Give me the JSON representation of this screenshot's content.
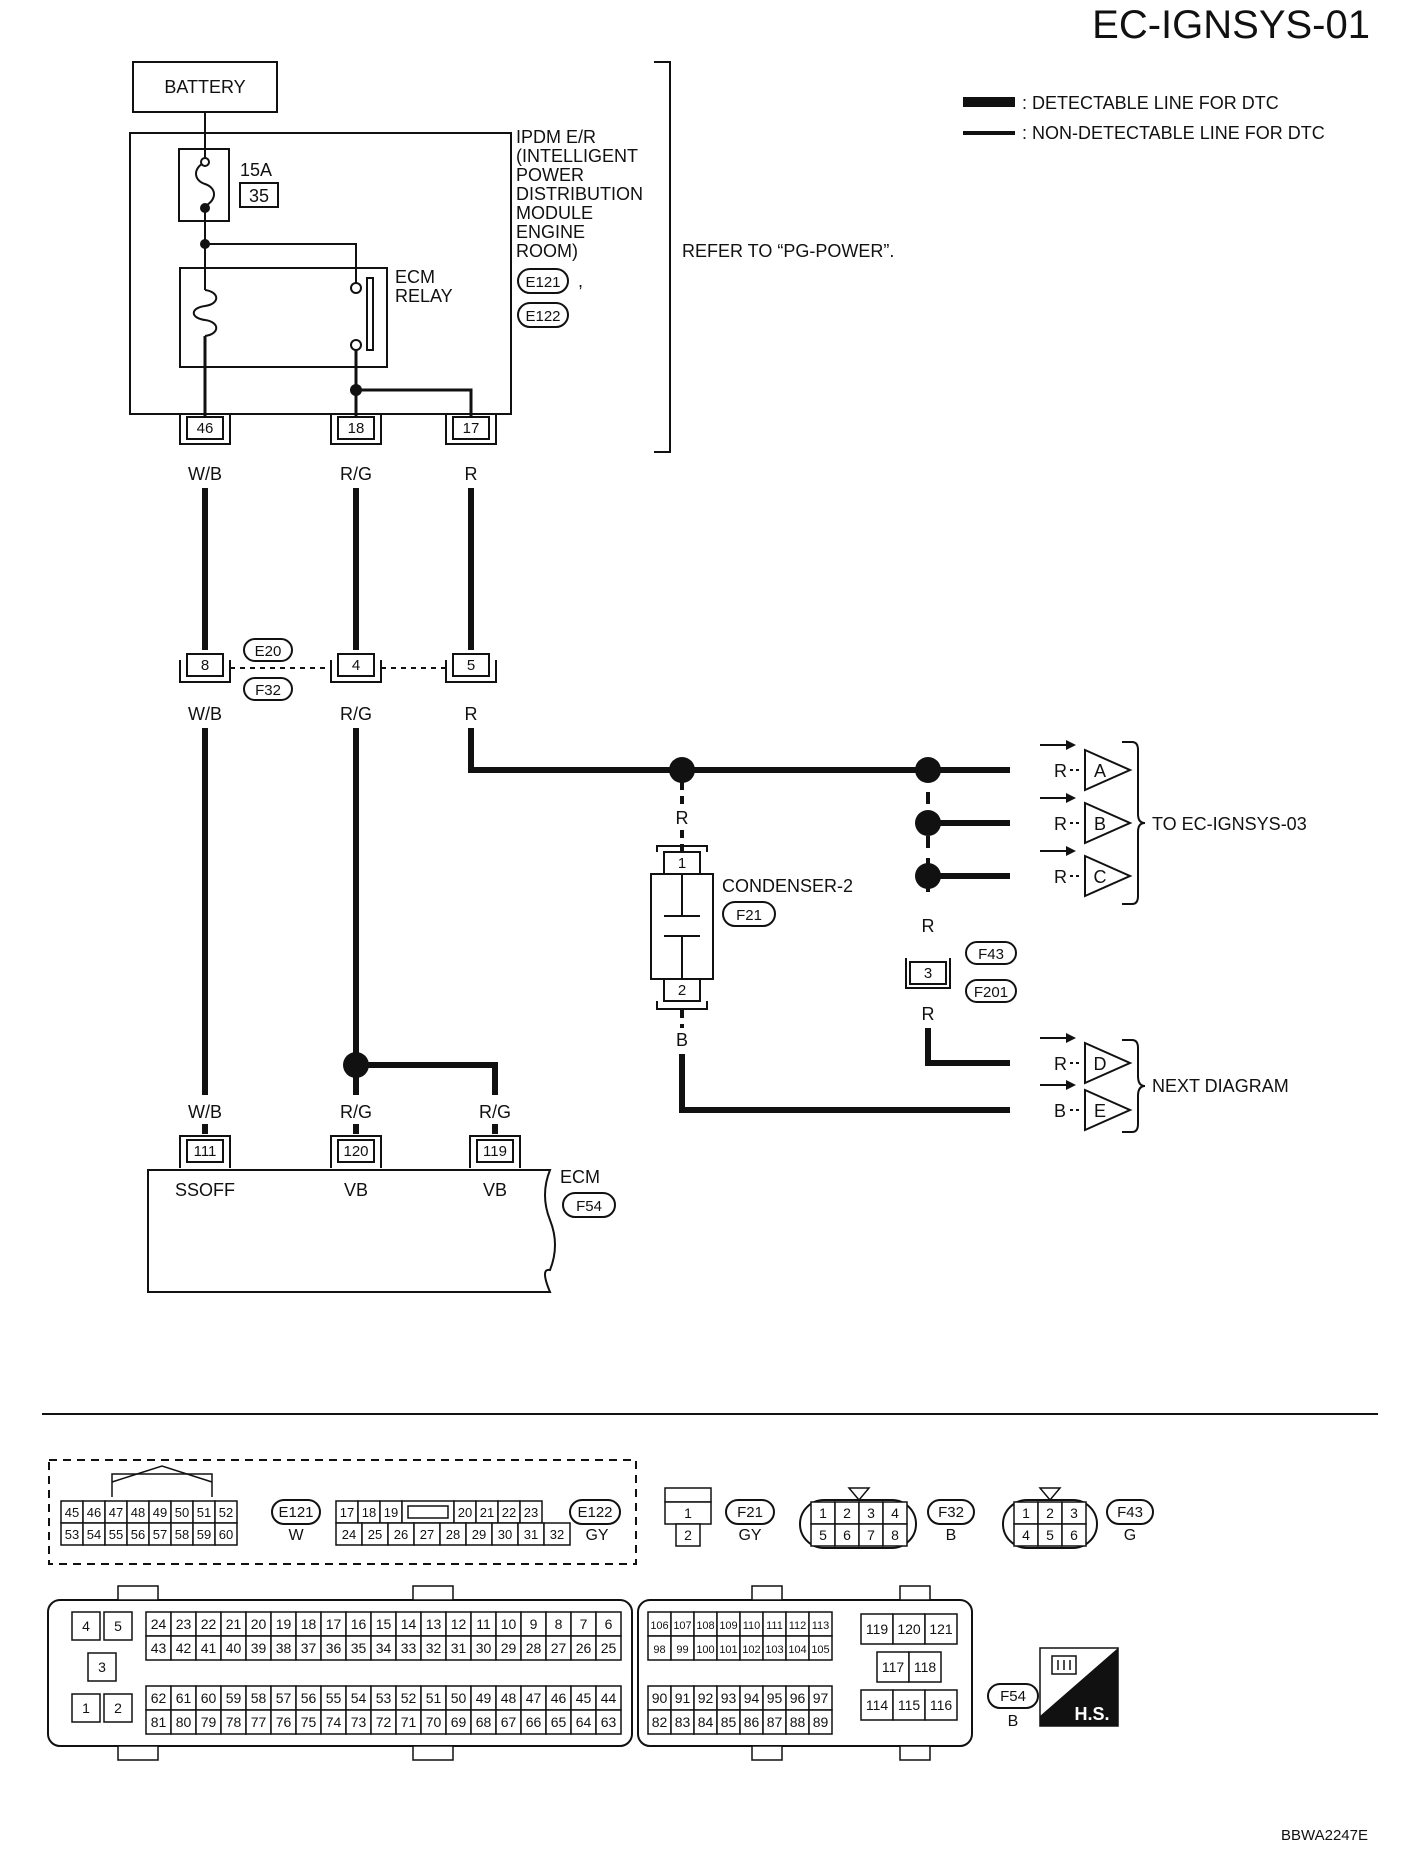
{
  "page": {
    "title": "EC-IGNSYS-01",
    "figure_code": "BBWA2247E"
  },
  "legend": {
    "detectable": ": DETECTABLE LINE FOR DTC",
    "non_detectable": ": NON-DETECTABLE LINE FOR DTC"
  },
  "battery": {
    "label": "BATTERY"
  },
  "ipdm": {
    "fuse_rating": "15A",
    "fuse_number": "35",
    "name_lines": [
      "IPDM E/R",
      "(INTELLIGENT",
      "POWER",
      "DISTRIBUTION",
      "MODULE",
      "ENGINE",
      "ROOM)"
    ],
    "connectors": [
      "E121",
      "E122"
    ],
    "separator": ",",
    "relay_lines": [
      "ECM",
      "RELAY"
    ],
    "refer": "REFER TO “PG-POWER”.",
    "pins": [
      "46",
      "18",
      "17"
    ]
  },
  "wires": {
    "w1": "W/B",
    "w2": "R/G",
    "w3": "R",
    "b": "B"
  },
  "joint": {
    "pins": [
      "8",
      "4",
      "5"
    ],
    "connector_top": "E20",
    "connector_bottom": "F32"
  },
  "condenser": {
    "name": "CONDENSER-2",
    "connector": "F21",
    "pins": [
      "1",
      "2"
    ]
  },
  "f43": {
    "connectors": [
      "F43",
      "F201"
    ],
    "pin": "3"
  },
  "outputs": {
    "letters": [
      "A",
      "B",
      "C",
      "D",
      "E"
    ],
    "group1": "TO EC-IGNSYS-03",
    "group2": "NEXT DIAGRAM"
  },
  "ecm": {
    "name": "ECM",
    "connector": "F54",
    "pins": [
      "111",
      "120",
      "119"
    ],
    "pin_labels": [
      "SSOFF",
      "VB",
      "VB"
    ]
  },
  "connector_views": {
    "e121": {
      "id": "E121",
      "color": "W",
      "row1": [
        "45",
        "46",
        "47",
        "48",
        "49",
        "50",
        "51",
        "52"
      ],
      "row2": [
        "53",
        "54",
        "55",
        "56",
        "57",
        "58",
        "59",
        "60"
      ]
    },
    "e122": {
      "id": "E122",
      "color": "GY",
      "row1": [
        "17",
        "18",
        "19",
        "",
        "20",
        "21",
        "22",
        "23"
      ],
      "row2": [
        "24",
        "25",
        "26",
        "27",
        "28",
        "29",
        "30",
        "31",
        "32"
      ]
    },
    "f21": {
      "id": "F21",
      "color": "GY",
      "pins": [
        "1",
        "2"
      ]
    },
    "f32": {
      "id": "F32",
      "color": "B",
      "row1": [
        "1",
        "2",
        "3",
        "4"
      ],
      "row2": [
        "5",
        "6",
        "7",
        "8"
      ]
    },
    "f43": {
      "id": "F43",
      "color": "G",
      "row1": [
        "1",
        "2",
        "3"
      ],
      "row2": [
        "4",
        "5",
        "6"
      ]
    },
    "f54": {
      "id": "F54",
      "color": "B",
      "small": [
        "4",
        "5",
        "3",
        "1",
        "2"
      ],
      "r1": [
        "24",
        "23",
        "22",
        "21",
        "20",
        "19",
        "18",
        "17",
        "16",
        "15",
        "14",
        "13",
        "12",
        "11",
        "10",
        "9",
        "8",
        "7",
        "6"
      ],
      "r2": [
        "43",
        "42",
        "41",
        "40",
        "39",
        "38",
        "37",
        "36",
        "35",
        "34",
        "33",
        "32",
        "31",
        "30",
        "29",
        "28",
        "27",
        "26",
        "25"
      ],
      "r3": [
        "62",
        "61",
        "60",
        "59",
        "58",
        "57",
        "56",
        "55",
        "54",
        "53",
        "52",
        "51",
        "50",
        "49",
        "48",
        "47",
        "46",
        "45",
        "44"
      ],
      "r4": [
        "81",
        "80",
        "79",
        "78",
        "77",
        "76",
        "75",
        "74",
        "73",
        "72",
        "71",
        "70",
        "69",
        "68",
        "67",
        "66",
        "65",
        "64",
        "63"
      ],
      "m1": [
        "106",
        "107",
        "108",
        "109",
        "110",
        "111",
        "112",
        "113"
      ],
      "m2": [
        "98",
        "99",
        "100",
        "101",
        "102",
        "103",
        "104",
        "105"
      ],
      "m3": [
        "90",
        "91",
        "92",
        "93",
        "94",
        "95",
        "96",
        "97"
      ],
      "m4": [
        "82",
        "83",
        "84",
        "85",
        "86",
        "87",
        "88",
        "89"
      ],
      "right": [
        "119",
        "120",
        "121",
        "117",
        "118",
        "114",
        "115",
        "116"
      ],
      "hs": "H.S."
    }
  }
}
